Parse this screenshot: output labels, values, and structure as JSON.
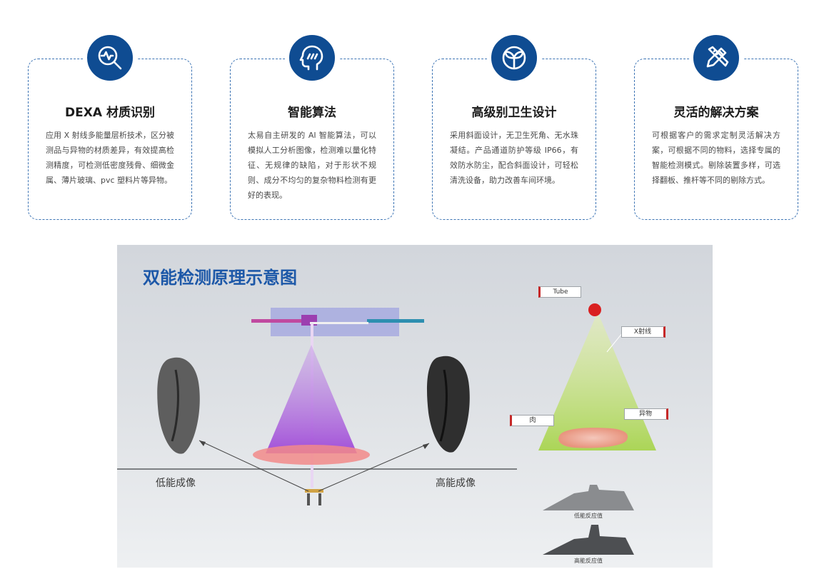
{
  "features": [
    {
      "icon": "pulse-magnifier-icon",
      "title": "DEXA 材质识别",
      "body": "应用 X 射线多能量层析技术，区分被测品与异物的材质差异，有效提高检测精度，可检测低密度残骨、细微金属、薄片玻璃、pvc 塑料片等异物。"
    },
    {
      "icon": "ai-head-icon",
      "title": "智能算法",
      "body": "太易自主研发的 AI 智能算法，可以模拟人工分析图像，检测难以量化特征、无规律的缺陷，对于形状不规则、成分不均匀的复杂物料检测有更好的表现。"
    },
    {
      "icon": "leaf-shield-icon",
      "title": "高级别卫生设计",
      "body": "采用斜面设计，无卫生死角、无水珠凝结。产品通道防护等级 IP66，有效防水防尘，配合斜面设计，可轻松清洗设备，助力改善车间环境。"
    },
    {
      "icon": "pencil-ruler-icon",
      "title": "灵活的解决方案",
      "body": "可根据客户的需求定制灵活解决方案，可根据不同的物料，选择专属的智能检测模式。剔除装置多样，可选择翻板、推杆等不同的剔除方式。"
    }
  ],
  "diagram": {
    "title": "双能检测原理示意图",
    "low_energy_label": "低能成像",
    "high_energy_label": "高能成像",
    "tube_label": "Tube",
    "xray_label": "X射线",
    "meat_label": "肉",
    "foreign_label": "异物",
    "low_response_label": "低能反应值",
    "high_response_label": "高能反应值"
  },
  "colors": {
    "accent_blue": "#0f4c92",
    "title_blue": "#1d58a8",
    "border_blue": "#3d74b4",
    "tag_red": "#c62828"
  }
}
